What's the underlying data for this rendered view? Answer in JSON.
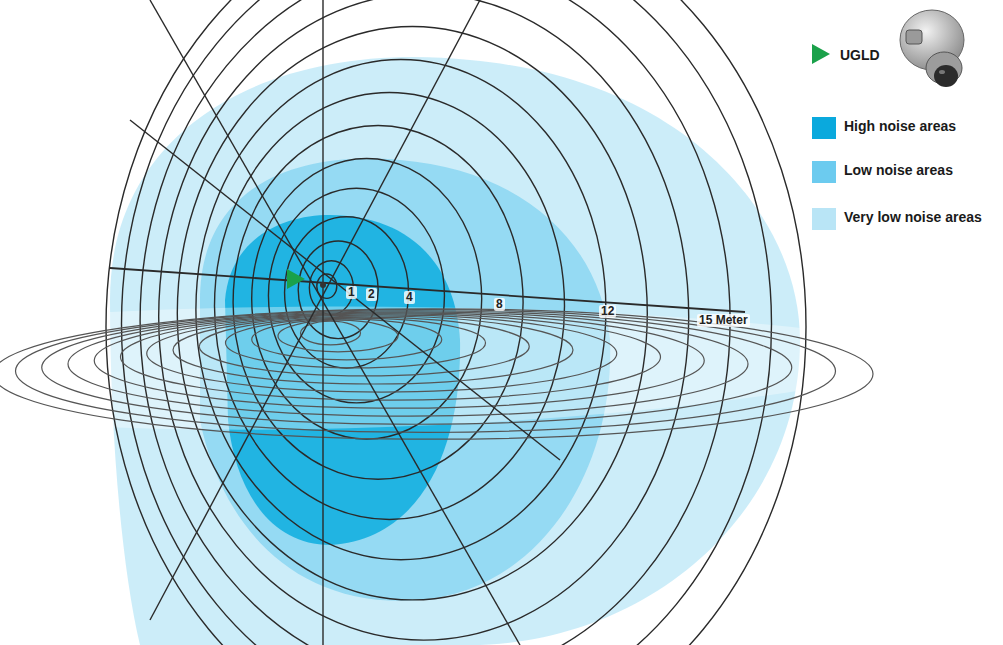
{
  "diagram": {
    "labels": [
      "1",
      "2",
      "4",
      "8",
      "12",
      "15 Meter"
    ],
    "legend": [
      {
        "text": "UGLD"
      },
      {
        "text": "High noise areas",
        "color": "#0aa9dd"
      },
      {
        "text": "Low noise areas",
        "color": "#6ccbef"
      },
      {
        "text": "Very low noise areas",
        "color": "#b9e5f6"
      }
    ]
  }
}
